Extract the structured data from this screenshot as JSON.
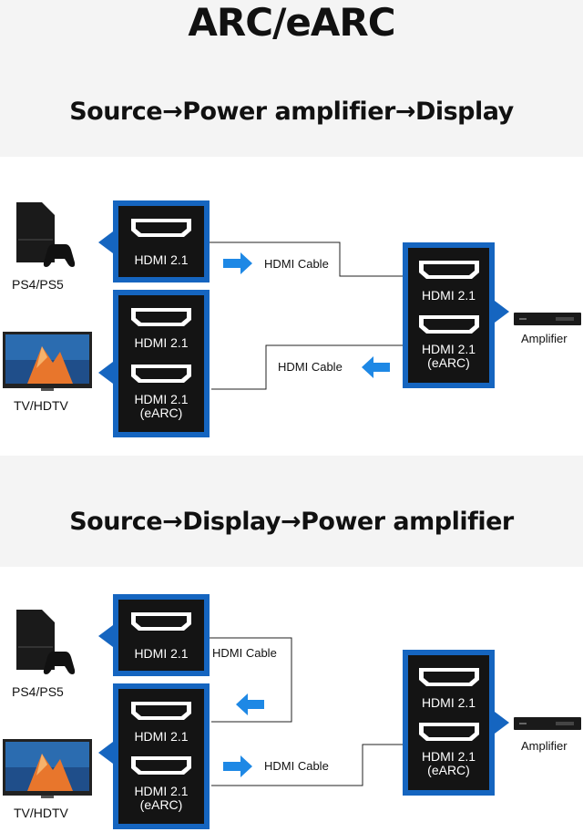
{
  "title": "ARC/eARC",
  "diagram_top": {
    "subtitle": "Source→Power amplifier→Display",
    "source_device": "PS4/PS5",
    "display_device": "TV/HDTV",
    "amplifier_device": "Amplifier",
    "cable_1": "HDMI Cable",
    "cable_2": "HDMI Cable",
    "source_port": "HDMI 2.1",
    "display_port_1": "HDMI 2.1",
    "display_port_2_line1": "HDMI 2.1",
    "display_port_2_line2": "(eARC)",
    "amp_port_1": "HDMI 2.1",
    "amp_port_2_line1": "HDMI 2.1",
    "amp_port_2_line2": "(eARC)"
  },
  "diagram_bottom": {
    "subtitle": "Source→Display→Power amplifier",
    "source_device": "PS4/PS5",
    "display_device": "TV/HDTV",
    "amplifier_device": "Amplifier",
    "cable_1": "HDMI Cable",
    "cable_2": "HDMI Cable",
    "source_port": "HDMI 2.1",
    "display_port_1": "HDMI 2.1",
    "display_port_2_line1": "HDMI 2.1",
    "display_port_2_line2": "(eARC)",
    "amp_port_1": "HDMI 2.1",
    "amp_port_2_line1": "HDMI 2.1",
    "amp_port_2_line2": "(eARC)"
  },
  "colors": {
    "accent": "#1565c0",
    "arrow": "#1e88e5",
    "port_bg": "#141414",
    "band": "#f4f4f4"
  }
}
